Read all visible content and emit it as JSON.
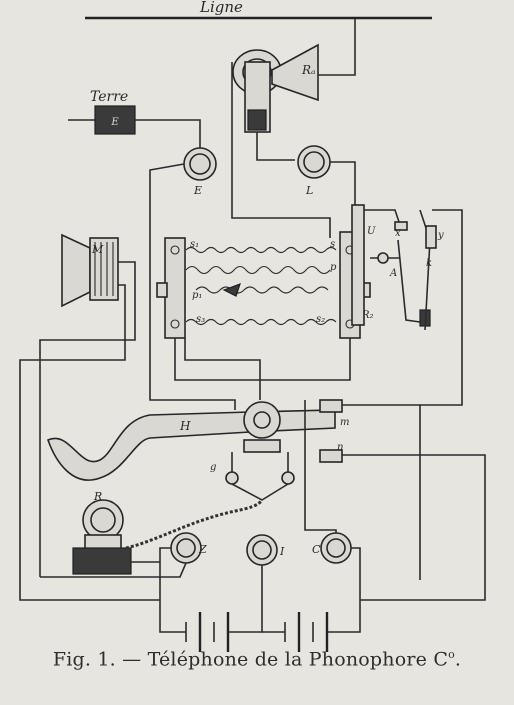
{
  "labels": {
    "ligne": "Ligne",
    "terre": "Terre",
    "ra": "Rₐ",
    "e_ground": "E",
    "e_post": "E",
    "l_post": "L",
    "m": "M",
    "h": "H",
    "r": "R",
    "z": "Z",
    "i": "I",
    "c": "C",
    "g": "g",
    "m_contact": "m",
    "s1": "s₁",
    "s": "s",
    "u": "U",
    "x": "x",
    "y": "y",
    "p": "p",
    "a": "A",
    "k": "k",
    "p1": "p₁",
    "s2": "s₂",
    "s3": "s₃",
    "r2": "R₂",
    "n": "n"
  },
  "caption": {
    "fig_num": "Fig. 1.",
    "dash": "—",
    "title_main": "Téléphone de la Phonophore C",
    "title_sup": "o",
    "title_end": "."
  }
}
